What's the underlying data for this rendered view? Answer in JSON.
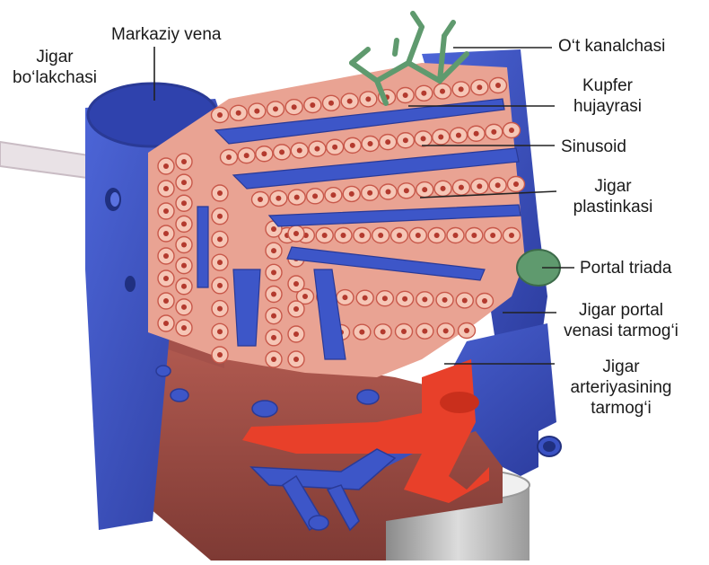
{
  "diagram": {
    "labels": {
      "jigar_bolakchasi": [
        "Jigar",
        "bo‘lakchasi"
      ],
      "markaziy_vena": "Markaziy vena",
      "ot_kanalchasi": "O‘t kanalchasi",
      "kupfer": [
        "Kupfer",
        "hujayrasi"
      ],
      "sinusoid": "Sinusoid",
      "jigar_plastinkasi": [
        "Jigar",
        "plastinkasi"
      ],
      "portal_triada": "Portal triada",
      "portal_vena": [
        "Jigar portal",
        "venasi tarmog‘i"
      ],
      "arteriya": [
        "Jigar",
        "arteriyasining",
        "tarmog‘i"
      ]
    },
    "colors": {
      "vein": "#3d56c8",
      "vein_dark": "#2a3a96",
      "hepatocyte_fill": "#f6c6b6",
      "hepatocyte_stroke": "#c8584a",
      "nucleus": "#b33a2e",
      "plate_bg": "#e9a393",
      "artery": "#e8402a",
      "bile_duct": "#5f9a6e",
      "tissue": "#9a4a42",
      "leader": "#222222"
    }
  }
}
